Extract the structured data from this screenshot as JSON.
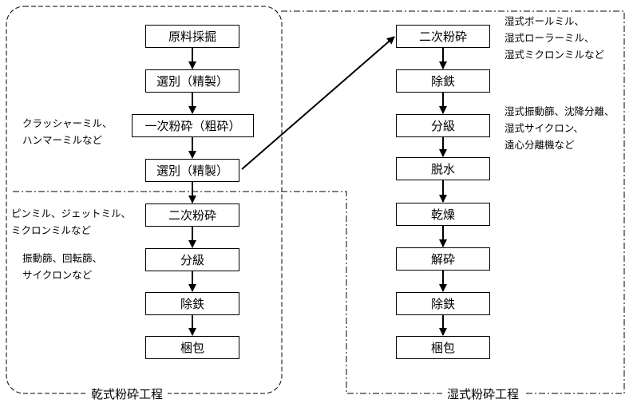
{
  "dry_process": {
    "label": "乾式粉砕工程",
    "steps": [
      "原料採掘",
      "選別（精製）",
      "一次粉砕（粗砕）",
      "選別（精製）",
      "二次粉砕",
      "分級",
      "除鉄",
      "梱包"
    ],
    "notes": [
      [
        "クラッシャーミル、",
        "ハンマーミルなど"
      ],
      [
        "ピンミル、ジェットミル、",
        "ミクロンミルなど"
      ],
      [
        "振動篩、回転篩、",
        "サイクロンなど"
      ]
    ]
  },
  "wet_process": {
    "label": "湿式粉砕工程",
    "steps": [
      "二次粉砕",
      "除鉄",
      "分級",
      "脱水",
      "乾燥",
      "解砕",
      "除鉄",
      "梱包"
    ],
    "notes": [
      [
        "湿式ボールミル、",
        "湿式ローラーミル、",
        "湿式ミクロンミルなど"
      ],
      [
        "湿式振動篩、沈降分離、",
        "湿式サイクロン、",
        "遠心分離機など"
      ]
    ]
  }
}
